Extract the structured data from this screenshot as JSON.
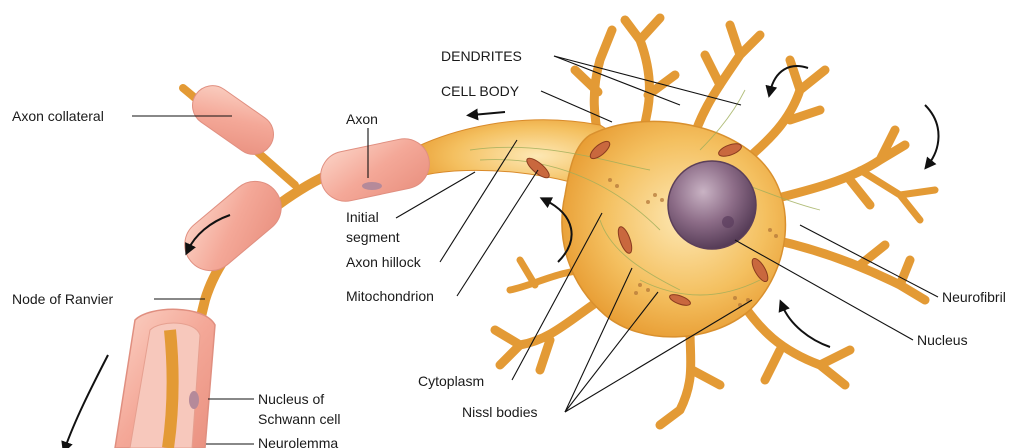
{
  "labels": {
    "dendrites": "DENDRITES",
    "cell_body": "CELL BODY",
    "axon_collateral": "Axon collateral",
    "axon": "Axon",
    "initial_segment_1": "Initial",
    "initial_segment_2": "segment",
    "axon_hillock": "Axon hillock",
    "mitochondrion": "Mitochondrion",
    "node_of_ranvier": "Node of Ranvier",
    "nucleus_of_schwann_1": "Nucleus of",
    "nucleus_of_schwann_2": "Schwann cell",
    "neurolemma": "Neurolemma",
    "cytoplasm": "Cytoplasm",
    "nissl_bodies": "Nissl bodies",
    "neurofibril": "Neurofibril",
    "nucleus": "Nucleus"
  },
  "colors": {
    "cell_fill": "#f2b24e",
    "cell_light": "#fbe0a3",
    "myelin": "#f6b7a8",
    "myelin_edge": "#e08f80",
    "nucleus": "#8b6a86",
    "mito": "#c8653c"
  }
}
